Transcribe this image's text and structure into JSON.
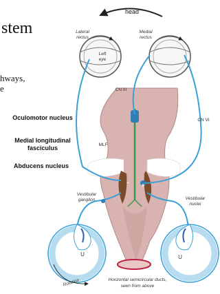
{
  "slide": {
    "title_fragment": "stem",
    "body_fragment_1": "hways,",
    "body_fragment_2": "e"
  },
  "side_labels": {
    "oculomotor": "Oculomotor nucleus",
    "mlf_line1": "Medial longitudinal",
    "mlf_line2": "fasciculus",
    "abducens": "Abducens nucleus"
  },
  "figure": {
    "head": "head",
    "lateral_rectus_1": "Lateral",
    "lateral_rectus_2": "rectus",
    "medial_rectus_1": "Medial",
    "medial_rectus_2": "rectus",
    "left_eye_1": "Left",
    "left_eye_2": "eye",
    "cn3": "CN III",
    "cn6": "CN VI",
    "mlf": "MLF",
    "minus": "-",
    "plus": "+",
    "vestibular_ganglion_1": "Vestibular",
    "vestibular_ganglion_2": "ganglion",
    "vestibular_nuclei_1": "Vestibular",
    "vestibular_nuclei_2": "nuclei",
    "utricle_left": "U",
    "utricle_right": "U",
    "rotation": "Rotation",
    "ducts_1": "Horizontal semicircular ducts,",
    "ducts_2": "seen from above"
  },
  "colors": {
    "nerve_blue": "#3aa0d8",
    "brainstem": "#d9b3b0",
    "duct": "#b8dcef",
    "excitatory_green": "#3b9a4a"
  }
}
